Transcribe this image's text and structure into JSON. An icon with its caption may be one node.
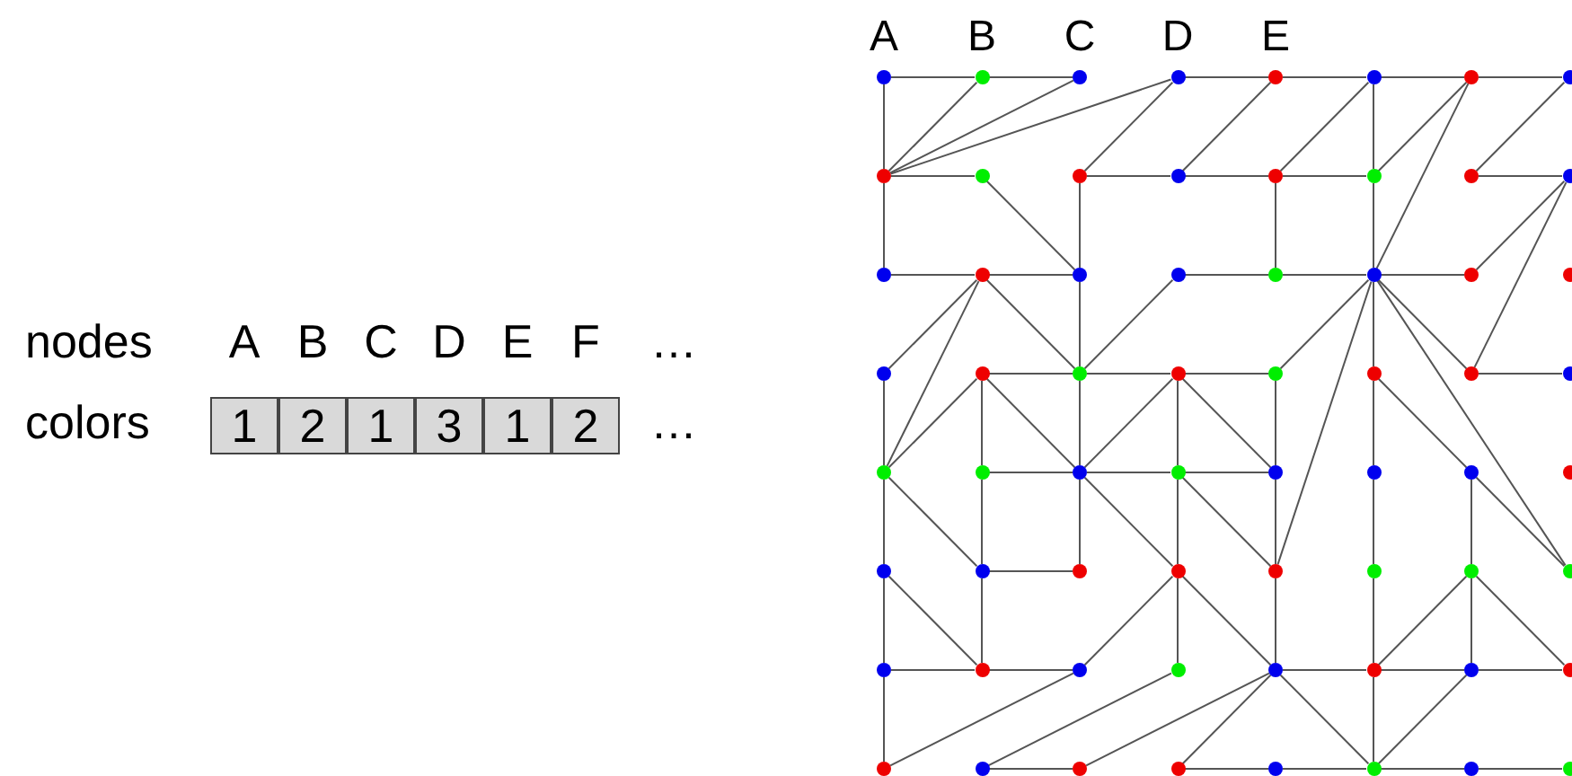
{
  "diagram": {
    "nodes": [
      {
        "text": [],
        "shape": "circle",
        "beside": [
          "A"
        ]
      },
      {
        "text": [],
        "shape": "circle",
        "beside": [
          "B"
        ]
      },
      {
        "text": [],
        "shape": "circle",
        "beside": [
          "C"
        ]
      },
      {
        "text": [],
        "shape": "circle",
        "beside": [
          "D"
        ]
      },
      {
        "text": [],
        "shape": "circle",
        "beside": [
          "E"
        ]
      },
      {
        "text": [],
        "shape": "circle"
      },
      {
        "text": [],
        "shape": "circle"
      },
      {
        "text": [],
        "shape": "circle"
      },
      {
        "text": [],
        "shape": "circle"
      },
      {
        "text": [],
        "shape": "circle"
      },
      {
        "text": [],
        "shape": "circle"
      },
      {
        "text": [],
        "shape": "circle"
      },
      {
        "text": [],
        "shape": "circle"
      },
      {
        "text": [],
        "shape": "circle"
      },
      {
        "text": [],
        "shape": "circle"
      },
      {
        "text": [],
        "shape": "circle"
      },
      {
        "text": [],
        "shape": "circle"
      },
      {
        "text": [],
        "shape": "circle"
      },
      {
        "text": [],
        "shape": "circle"
      },
      {
        "text": [],
        "shape": "circle"
      },
      {
        "text": [],
        "shape": "circle"
      },
      {
        "text": [],
        "shape": "circle"
      },
      {
        "text": [],
        "shape": "circle"
      },
      {
        "text": [],
        "shape": "circle"
      },
      {
        "text": [],
        "shape": "circle"
      },
      {
        "text": [],
        "shape": "circle"
      },
      {
        "text": [],
        "shape": "circle"
      },
      {
        "text": [],
        "shape": "circle"
      },
      {
        "text": [],
        "shape": "circle"
      },
      {
        "text": [],
        "shape": "circle"
      },
      {
        "text": [],
        "shape": "circle"
      },
      {
        "text": [],
        "shape": "circle"
      },
      {
        "text": [],
        "shape": "circle"
      },
      {
        "text": [],
        "shape": "circle"
      },
      {
        "text": [],
        "shape": "circle"
      },
      {
        "text": [],
        "shape": "circle"
      },
      {
        "text": [],
        "shape": "circle"
      },
      {
        "text": [],
        "shape": "circle"
      },
      {
        "text": [],
        "shape": "circle"
      },
      {
        "text": [],
        "shape": "circle"
      },
      {
        "text": [],
        "shape": "circle"
      },
      {
        "text": [],
        "shape": "circle"
      },
      {
        "text": [],
        "shape": "circle"
      },
      {
        "text": [],
        "shape": "circle"
      },
      {
        "text": [],
        "shape": "circle"
      },
      {
        "text": [],
        "shape": "circle"
      },
      {
        "text": [],
        "shape": "circle"
      },
      {
        "text": [],
        "shape": "circle"
      },
      {
        "text": [],
        "shape": "circle"
      },
      {
        "text": [],
        "shape": "circle"
      },
      {
        "text": [],
        "shape": "circle"
      },
      {
        "text": [],
        "shape": "circle"
      },
      {
        "text": [],
        "shape": "circle"
      },
      {
        "text": [],
        "shape": "circle"
      },
      {
        "text": [],
        "shape": "circle"
      },
      {
        "text": [],
        "shape": "circle"
      },
      {
        "text": [],
        "shape": "circle"
      },
      {
        "text": [],
        "shape": "circle"
      },
      {
        "text": [],
        "shape": "circle"
      },
      {
        "text": [],
        "shape": "circle"
      },
      {
        "text": [],
        "shape": "circle"
      },
      {
        "text": [],
        "shape": "circle"
      },
      {
        "text": [],
        "shape": "circle"
      },
      {
        "text": [],
        "shape": "circle"
      }
    ],
    "edges": [
      {
        "from": 0,
        "to": 1,
        "arrow": "none"
      },
      {
        "from": 1,
        "to": 2,
        "arrow": "none"
      },
      {
        "from": 3,
        "to": 4,
        "arrow": "none"
      },
      {
        "from": 4,
        "to": 5,
        "arrow": "none"
      },
      {
        "from": 5,
        "to": 6,
        "arrow": "none"
      },
      {
        "from": 6,
        "to": 7,
        "arrow": "none"
      },
      {
        "from": 0,
        "to": 8,
        "arrow": "none"
      },
      {
        "from": 8,
        "to": 1,
        "arrow": "none"
      },
      {
        "from": 8,
        "to": 2,
        "arrow": "none"
      },
      {
        "from": 8,
        "to": 3,
        "arrow": "none"
      },
      {
        "from": 10,
        "to": 3,
        "arrow": "none"
      },
      {
        "from": 11,
        "to": 4,
        "arrow": "none"
      },
      {
        "from": 12,
        "to": 5,
        "arrow": "none"
      },
      {
        "from": 13,
        "to": 6,
        "arrow": "none"
      },
      {
        "from": 21,
        "to": 6,
        "arrow": "none"
      },
      {
        "from": 14,
        "to": 7,
        "arrow": "none"
      },
      {
        "from": 5,
        "to": 13,
        "arrow": "none"
      },
      {
        "from": 13,
        "to": 21,
        "arrow": "none"
      },
      {
        "from": 8,
        "to": 9,
        "arrow": "none"
      },
      {
        "from": 10,
        "to": 11,
        "arrow": "none"
      },
      {
        "from": 11,
        "to": 12,
        "arrow": "none"
      },
      {
        "from": 12,
        "to": 13,
        "arrow": "none"
      },
      {
        "from": 14,
        "to": 15,
        "arrow": "none"
      },
      {
        "from": 9,
        "to": 18,
        "arrow": "none"
      },
      {
        "from": 10,
        "to": 18,
        "arrow": "none"
      },
      {
        "from": 18,
        "to": 26,
        "arrow": "none"
      },
      {
        "from": 8,
        "to": 16,
        "arrow": "none"
      },
      {
        "from": 12,
        "to": 20,
        "arrow": "none"
      },
      {
        "from": 15,
        "to": 22,
        "arrow": "none"
      },
      {
        "from": 15,
        "to": 30,
        "arrow": "none"
      },
      {
        "from": 16,
        "to": 17,
        "arrow": "none"
      },
      {
        "from": 17,
        "to": 18,
        "arrow": "none"
      },
      {
        "from": 19,
        "to": 20,
        "arrow": "none"
      },
      {
        "from": 20,
        "to": 21,
        "arrow": "none"
      },
      {
        "from": 21,
        "to": 22,
        "arrow": "none"
      },
      {
        "from": 17,
        "to": 24,
        "arrow": "none"
      },
      {
        "from": 17,
        "to": 32,
        "arrow": "none"
      },
      {
        "from": 17,
        "to": 26,
        "arrow": "none"
      },
      {
        "from": 19,
        "to": 26,
        "arrow": "none"
      },
      {
        "from": 21,
        "to": 28,
        "arrow": "none"
      },
      {
        "from": 21,
        "to": 44,
        "arrow": "none"
      },
      {
        "from": 21,
        "to": 29,
        "arrow": "none"
      },
      {
        "from": 21,
        "to": 47,
        "arrow": "none"
      },
      {
        "from": 21,
        "to": 30,
        "arrow": "none"
      },
      {
        "from": 29,
        "to": 37,
        "arrow": "none"
      },
      {
        "from": 37,
        "to": 45,
        "arrow": "none"
      },
      {
        "from": 45,
        "to": 53,
        "arrow": "none"
      },
      {
        "from": 53,
        "to": 61,
        "arrow": "none"
      },
      {
        "from": 29,
        "to": 38,
        "arrow": "none"
      },
      {
        "from": 38,
        "to": 47,
        "arrow": "none"
      },
      {
        "from": 30,
        "to": 31,
        "arrow": "none"
      },
      {
        "from": 24,
        "to": 32,
        "arrow": "none"
      },
      {
        "from": 25,
        "to": 26,
        "arrow": "none"
      },
      {
        "from": 26,
        "to": 27,
        "arrow": "none"
      },
      {
        "from": 27,
        "to": 28,
        "arrow": "none"
      },
      {
        "from": 25,
        "to": 32,
        "arrow": "none"
      },
      {
        "from": 25,
        "to": 33,
        "arrow": "none"
      },
      {
        "from": 33,
        "to": 41,
        "arrow": "none"
      },
      {
        "from": 41,
        "to": 49,
        "arrow": "none"
      },
      {
        "from": 25,
        "to": 34,
        "arrow": "none"
      },
      {
        "from": 26,
        "to": 34,
        "arrow": "none"
      },
      {
        "from": 34,
        "to": 42,
        "arrow": "none"
      },
      {
        "from": 27,
        "to": 34,
        "arrow": "none"
      },
      {
        "from": 27,
        "to": 35,
        "arrow": "none"
      },
      {
        "from": 35,
        "to": 43,
        "arrow": "none"
      },
      {
        "from": 43,
        "to": 51,
        "arrow": "none"
      },
      {
        "from": 27,
        "to": 36,
        "arrow": "none"
      },
      {
        "from": 28,
        "to": 36,
        "arrow": "none"
      },
      {
        "from": 36,
        "to": 44,
        "arrow": "none"
      },
      {
        "from": 44,
        "to": 52,
        "arrow": "none"
      },
      {
        "from": 33,
        "to": 34,
        "arrow": "none"
      },
      {
        "from": 34,
        "to": 35,
        "arrow": "none"
      },
      {
        "from": 35,
        "to": 36,
        "arrow": "none"
      },
      {
        "from": 32,
        "to": 41,
        "arrow": "none"
      },
      {
        "from": 32,
        "to": 40,
        "arrow": "none"
      },
      {
        "from": 40,
        "to": 48,
        "arrow": "none"
      },
      {
        "from": 34,
        "to": 43,
        "arrow": "none"
      },
      {
        "from": 35,
        "to": 44,
        "arrow": "none"
      },
      {
        "from": 38,
        "to": 46,
        "arrow": "none"
      },
      {
        "from": 46,
        "to": 54,
        "arrow": "none"
      },
      {
        "from": 41,
        "to": 42,
        "arrow": "none"
      },
      {
        "from": 40,
        "to": 49,
        "arrow": "none"
      },
      {
        "from": 43,
        "to": 50,
        "arrow": "none"
      },
      {
        "from": 43,
        "to": 52,
        "arrow": "none"
      },
      {
        "from": 46,
        "to": 53,
        "arrow": "none"
      },
      {
        "from": 46,
        "to": 55,
        "arrow": "none"
      },
      {
        "from": 48,
        "to": 49,
        "arrow": "none"
      },
      {
        "from": 49,
        "to": 50,
        "arrow": "none"
      },
      {
        "from": 52,
        "to": 53,
        "arrow": "none"
      },
      {
        "from": 53,
        "to": 54,
        "arrow": "none"
      },
      {
        "from": 54,
        "to": 55,
        "arrow": "none"
      },
      {
        "from": 50,
        "to": 56,
        "arrow": "none"
      },
      {
        "from": 51,
        "to": 57,
        "arrow": "none"
      },
      {
        "from": 52,
        "to": 58,
        "arrow": "none"
      },
      {
        "from": 52,
        "to": 59,
        "arrow": "none"
      },
      {
        "from": 52,
        "to": 61,
        "arrow": "none"
      },
      {
        "from": 54,
        "to": 61,
        "arrow": "none"
      },
      {
        "from": 48,
        "to": 56,
        "arrow": "none"
      },
      {
        "from": 57,
        "to": 58,
        "arrow": "none"
      },
      {
        "from": 59,
        "to": 60,
        "arrow": "none"
      },
      {
        "from": 60,
        "to": 61,
        "arrow": "none"
      },
      {
        "from": 61,
        "to": 62,
        "arrow": "none"
      },
      {
        "from": 62,
        "to": 63,
        "arrow": "none"
      }
    ],
    "labels": [
      "nodes",
      "A",
      "B",
      "C",
      "D",
      "E",
      "F",
      "…",
      "colors",
      "1",
      "2",
      "1",
      "3",
      "1",
      "2",
      "…"
    ]
  }
}
